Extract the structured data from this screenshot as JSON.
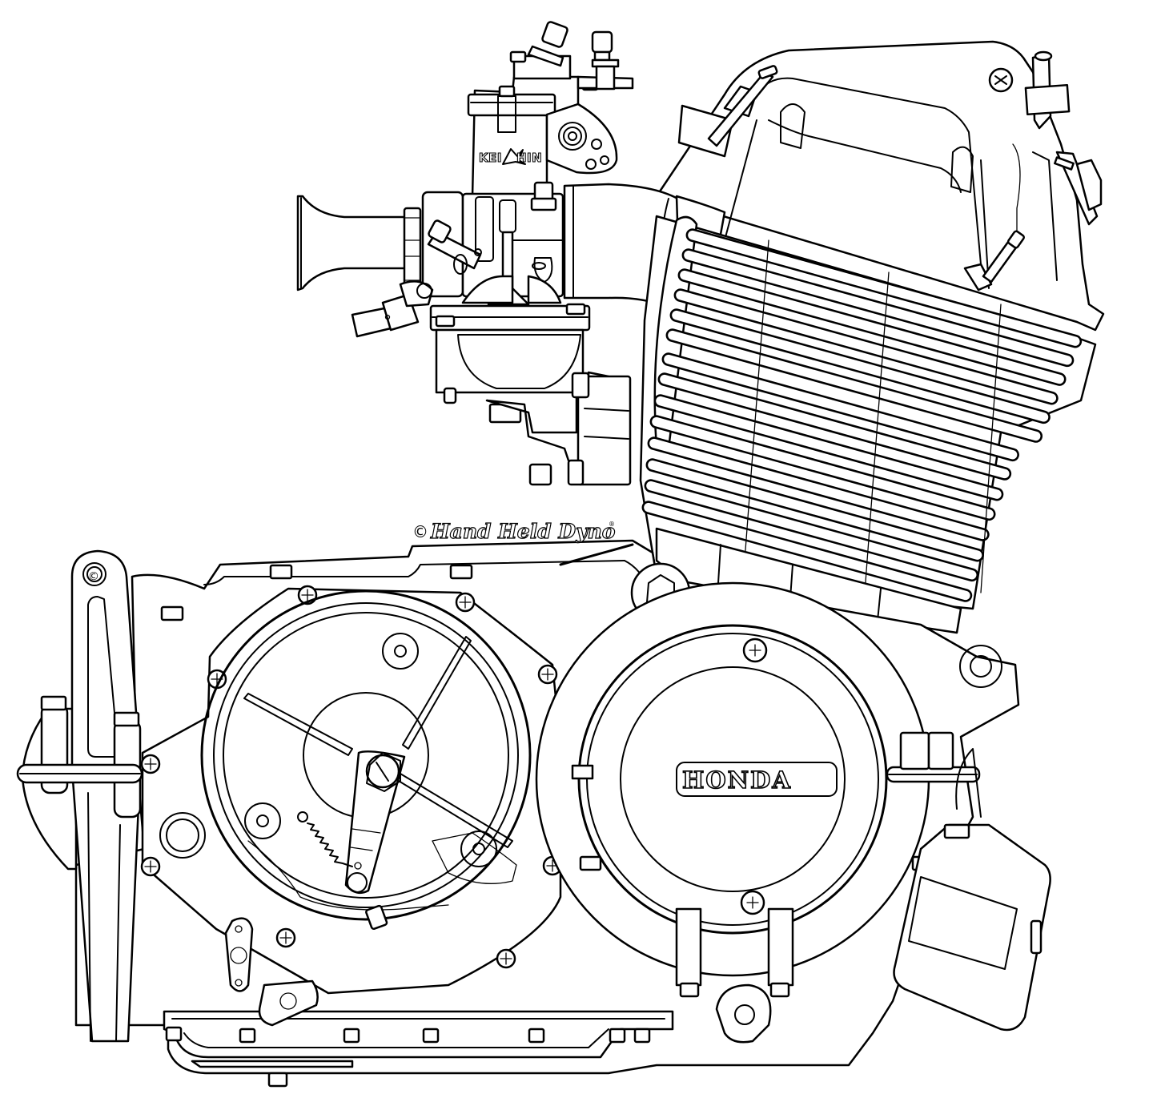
{
  "drawing": {
    "title": "Honda single-cylinder motorcycle engine line drawing",
    "stroke_color": "#000000",
    "background_color": "#ffffff"
  },
  "labels": {
    "carburetor_brand_left": "KEI",
    "carburetor_brand_right": "HIN",
    "carburetor_brand_full": "KEIHIN",
    "case_badge": "HONDA",
    "copyright_symbol": "©",
    "copyright_text": "Hand Held Dyno",
    "registered_mark": "®",
    "pivot_mark": "©"
  },
  "components": [
    {
      "name": "velocity-stack"
    },
    {
      "name": "carburetor"
    },
    {
      "name": "intake-manifold"
    },
    {
      "name": "cylinder-head"
    },
    {
      "name": "cylinder-fins"
    },
    {
      "name": "spark-plug"
    },
    {
      "name": "clutch-cover"
    },
    {
      "name": "alternator-cover"
    },
    {
      "name": "kickstart-lever"
    },
    {
      "name": "oil-pan"
    },
    {
      "name": "starter-motor"
    }
  ]
}
